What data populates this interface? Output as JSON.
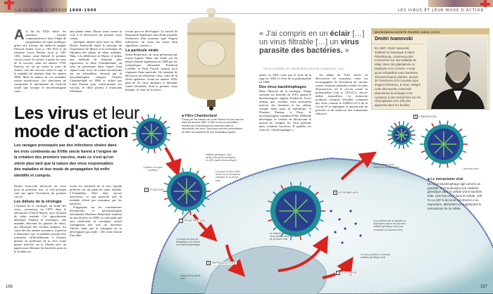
{
  "header": {
    "left_section": "LA SCIENCE S'IMPOSE",
    "left_years": "1800-1900",
    "right_section": "LES VIRUS ET LEUR MODE D'ACTION"
  },
  "article": {
    "title_bold": "Les virus",
    "title_rest": " et leur",
    "title_line2": "mode d'action",
    "intro": "Les ravages provoqués par des infections virales dans les trois continents au XVIIIe siècle furent à l'origine de la création des premiers vaccins, mais ce n'est qu'un siècle plus tard que la nature des virus responsables des maladies et leur mode de propagation fut enfin identifié et compris.",
    "drop_cap": "A",
    "col1": "la fin du XIXe siècle, les premiers vaccins commencèrent à faire l'objet de programmes de santé publique, grâce aux travaux du médecin anglais Edward Jenner (voir p. 102-103) et du chimiste Louis Pasteur (voir p. 148-149). Jenner avait élaboré le premier vaccin contre la variole, à partir du virus de la vaccine, dans les années 1790. Pasteur, né un an avant la mort de Jenner, créa des vaccins contre la rage et la maladie du charbon dans les années 1880. Mais la nature de ces maladies restait mystérieuse. Les chercheurs ne comprirent le mécanisme de l'activité virale que lorsque le microbiologiste russe",
    "col2a": "une plante saine. Mayer avait ouvert la voie à la découverte du premier virus connu.",
    "col2b": "Quelques années plus tard, en 1892, Dmitri Ivanovski reprit le principe de l'expérience de Mayer et la technique de filtration des plants de tabac malades. Mais, à la différence de Mayer, il utilisa une méthode de filtration plus rigoureuse, le filtre Chamberland, un tube en porcelaine dans lequel l'eau séparé toute trace de toxine bactérienne sur un échantillon. Inventé par le microbiologiste français Charles Chamberland en 1884 et utilisé par Louis Pasteur pour confectionner ses vaccins, le filtre permit à Ivanovski d'éliminer",
    "col3a": "vivant pour se développer. Le travail de Beijerinck établissait sans doute possible l'existence d'un nouveau type d'agent infectieux, un virus, du terme latin signifiant « poison ».",
    "col3_heading": "La particule virale",
    "col3b": "Selon Beijerinck, un virus présentait une forme liquide. Mais une étude sur du bétail réalisée également en 1898 par les scientifiques allemands Friedrich Loeffler et Paul Frosch montra qu'il s'agissait d'une particule. Ils venaient de découvrir un deuxième virus, celui de la fièvre aphteuse. Avant les années 1920, plus de 65 virus animaux et humains furent identifiés, dont le premier virus humain, le virus de la fièvre",
    "col4": "Dmitri Ivanovski découvrit un virus pour la première fois, et cela presque cent ans après l'invention du premier vaccin.",
    "col4_heading": "Les débuts de la virologie",
    "col4b": "L'histoire de la virologie, ou étude des virus, commença en 1879 dans le laboratoire d'Adolf Mayer, avec un plant de tabac malade. Cet agrochimiste allemand étudiait la mosaïque, une maladie affectant les plantes de tabac, qui détruisait des récoltes entières. Au cours des dix années suivantes, il parvint à démontrer que la maladie pouvait être transmise artificiellement à d'autres plantes en prélevant de la sève d'une plante infectée, en la filtrant avec du papier pour éliminer les bactéries puis en la frottant sur",
    "col5": "toutes les bactéries de la sève liquide prélevée sur un plant de tabac malade. L'échantillon filtré était encore infectieux, ce qui prouvait que la maladie n'était pas transmise par les bactéries.",
    "col5b": "S'appuyant sur les constatations d'Ivanovski, le microbiologiste néerlandais Martinus Beijerinck franchit un pas de plus en 1898, en concluant que non seulement la mosaïque restait contagieuse une fois les bactéries filtrées, mais que la contagion ne se développait pas seule : elle avait besoin d'un hôte",
    "col6": "jaune, en 1901, suivi par le virus de la rage en 1903 et celui de la poliomyélite en 1908.",
    "col6_heading": "Des virus bactériophages",
    "col6b": "Dans l'histoire de la virologie, l'étape suivante fut franchie en 1915, quand le bactériologiste anglais Frederick Twort avança que certains virus pouvaient infecter des bactéries et les utiliser comme hôtes pour se reproduire. À l'Institut Pasteur, à Paris, le microbiologiste canadien Félix d'Hérelle développa ce constat en découvrant le moyen de compter les virus présents dans certaines bactéries. Il qualifia ces virus de « bactériophages ».",
    "col7": "Au début du XXe siècle, la découverte de nouveaux virus fut accompagnée de l'invention de vaccins contre certaines maladies virales les plus destructrices, tel le vaccin contre la poliomyélite (voir p. 210-211), encore utilisé aujourd'hui. La recherche moderne continue d'étudier comment des virus comme le SARS-CoV-2 de la Covid-19 se répliquent et mutent afin de prévenir et de renforcer des traitements efficaces."
  },
  "quote": {
    "p1": "« J'ai compris en un ",
    "b1": "éclair",
    "p2": " […] un virus filtrable […] un ",
    "b2": "virus parasite des bactéries.",
    "p3": " »",
    "source": "FÉLIX D'HÉRELLE, MICROBIOLOGISTE CANADIEN, 1917"
  },
  "filter_caption": {
    "title": "Filtre Chamberland",
    "text": "Conçu par les travaux de Louis Pasteur sur les vaccins dans les années 1880, le filtre à eau en porcelaine inventé par Chamberland fut essentiel dans la découverte des virus. Ses pores très fins permettaient de filtrer les bactéries de leur échantillon liquide."
  },
  "sidebar": {
    "kicker": "MICROBIOLOGISTE RUSSE (1864-1920)",
    "name": "Dmitri Ivanovski",
    "text": "En 1887, Dmitri Ivanovski, étudiant en botanique à Saint-Pétersbourg, commença des recherches sur une maladie du tabac dans des plantations en Moldavie et en Crimée. Il nota qu'un échantillon sans bactéries infectait d'autres plantes, preuve de l'existence d'un nouveau type d'agent infectieux, le virus. Malgré cette découverte, Ivanovski abandonna la virologie et se consacra à des recherches sur les chloroplastes et le rôle des pigments dans les feuilles."
  },
  "diagram": {
    "steps": [
      {
        "n": "1",
        "label": "FIXATION"
      },
      {
        "n": "2",
        "label": "PÉNÉTRATION"
      },
      {
        "n": "3",
        "label": "REPRODUCTION"
      },
      {
        "n": "4",
        "label": "SYNTHÈSE"
      },
      {
        "n": "5",
        "label": "ASSEMBLAGE"
      },
      {
        "n": "6",
        "label": "LIBÉRATION"
      }
    ],
    "labels": {
      "capsid": "Capside ou coque protéique",
      "genetic": "Matériel génétique, ADN (acide désoxyribonucléique) ou ARN (acide ribonucléique)",
      "envelope": "La coque du virus dans la fixe sur la membrane cellulaire de la cellule hôte",
      "uncoat": "La coque du virus se désagrège pour libérer son matériel génétique",
      "nucleus": "Noyau de la cellule hôte",
      "dna_enter": "Le matériel génétique du virus pénètre dans le noyau de la cellule hôte",
      "proteins": "Les protéines de la capside se regroupent autour du nouveau matériel génétique viral pour constituer un nouveau virus",
      "new_genetic": "Le virus produit un nouveau matériel génétique viral",
      "new_virus": "Nouveau virus",
      "host": "Les nouveaux virus sortent de la cellule hôte"
    },
    "caption_title": "Le mécanisme viral",
    "caption_text": "Un virus bactériophage agit comme un parasite, en introduisant son matériel génétique dans la cellule d'une bactérie hôte. Une fois entré dans la cellule, 100 % ou 100 % du virus commence à se reproduire, détruisant ou supplantant le mécanisme de la cellule.",
    "colors": {
      "cell": "#dfecef",
      "arrow": "#d8231e",
      "virus": "#1f8f9a",
      "core": "#2a3f8f"
    }
  },
  "pages": {
    "left": "166",
    "right": "167"
  }
}
